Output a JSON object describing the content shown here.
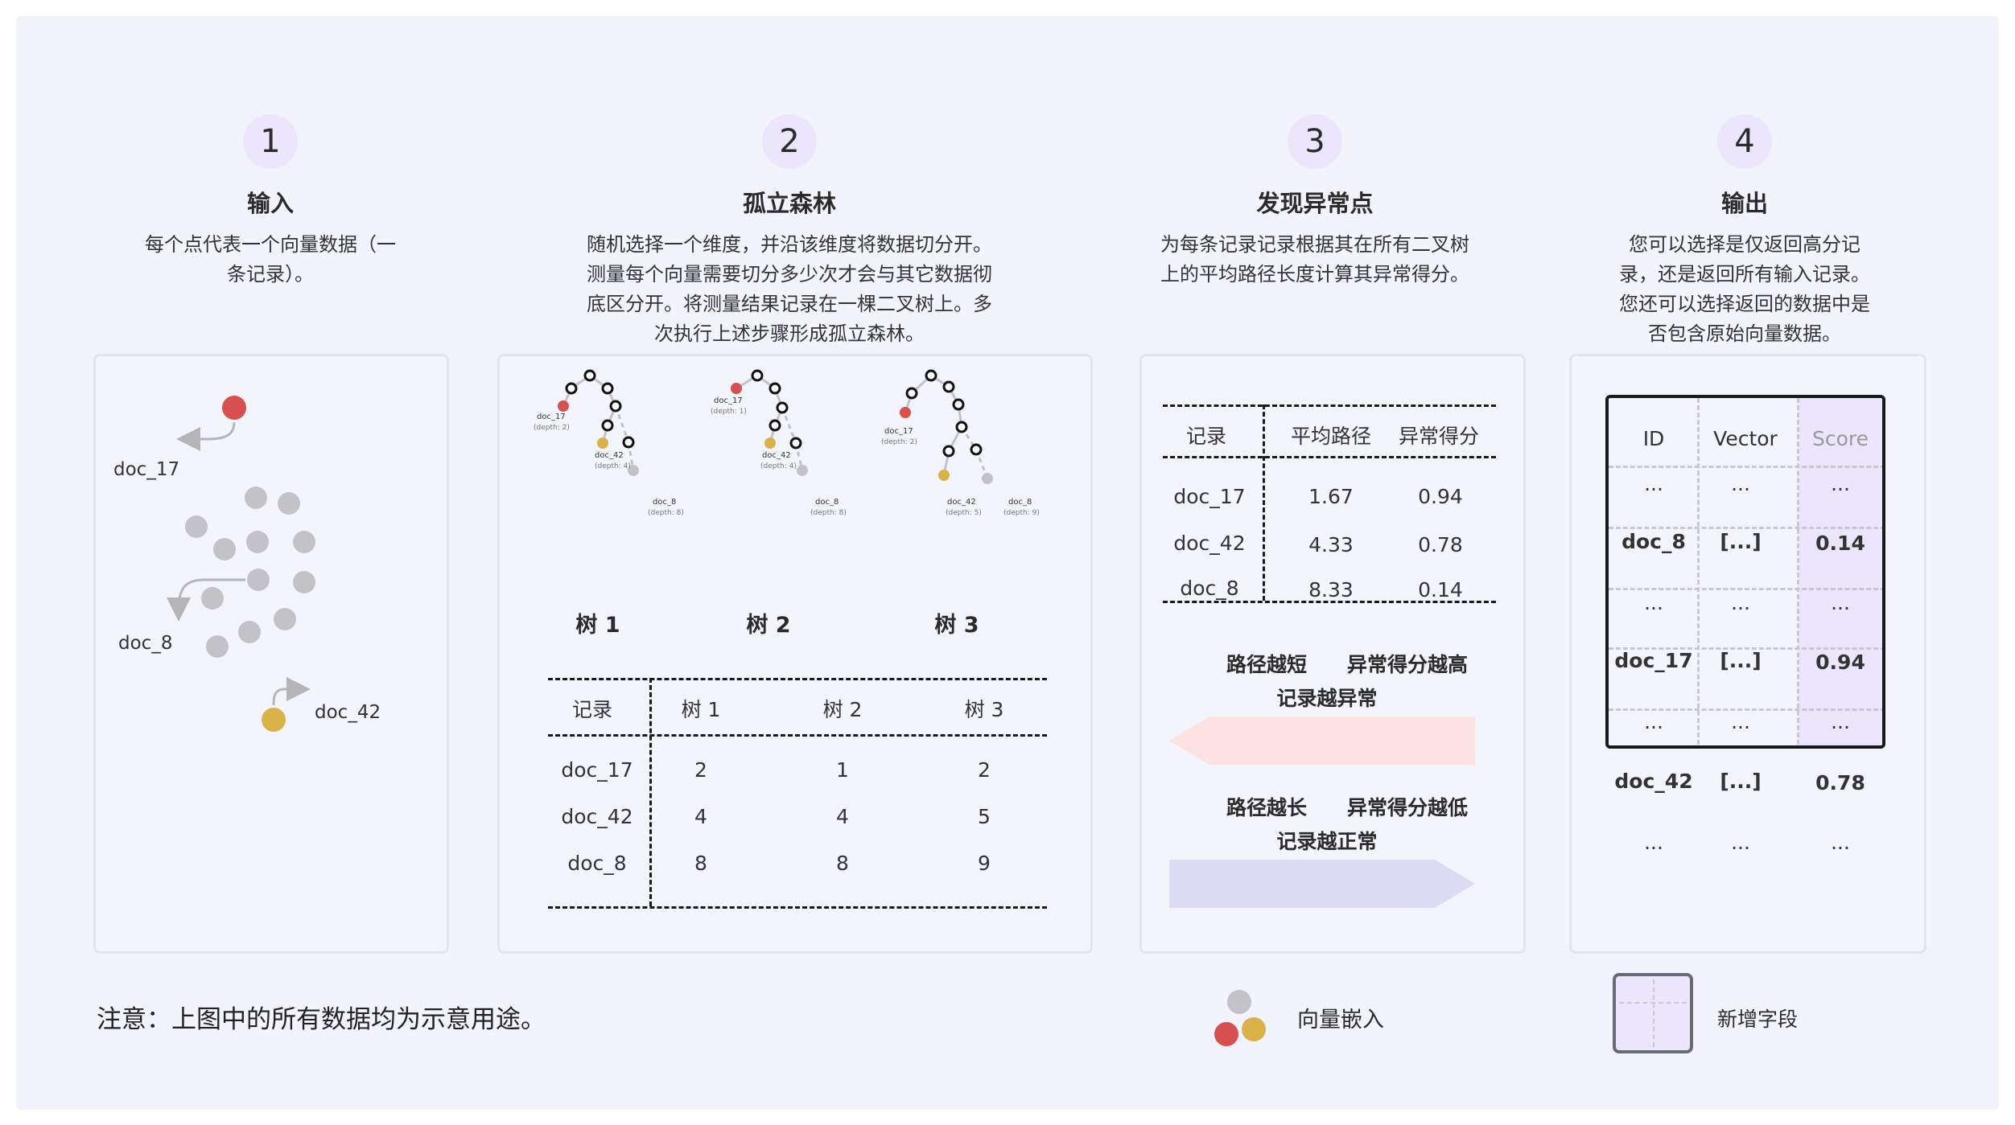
{
  "steps": [
    {
      "num": "1",
      "title": "输入",
      "desc": [
        "每个点代表一个向量数据（一",
        "条记录）。"
      ]
    },
    {
      "num": "2",
      "title": "孤立森林",
      "desc": [
        "随机选择一个维度，并沿该维度将数据切分开。",
        "测量每个向量需要切分多少次才会与其它数据彻",
        "底区分开。将测量结果记录在一棵二叉树上。多",
        "次执行上述步骤形成孤立森林。"
      ]
    },
    {
      "num": "3",
      "title": "发现异常点",
      "desc": [
        "为每条记录记录根据其在所有二叉树",
        "上的平均路径长度计算其异常得分。"
      ]
    },
    {
      "num": "4",
      "title": "输出",
      "desc": [
        "您可以选择是仅返回高分记",
        "录，还是返回所有输入记录。",
        "您还可以选择返回的数据中是",
        "否包含原始向量数据。"
      ]
    }
  ],
  "panel1": {
    "labels": {
      "doc17": "doc_17",
      "doc8": "doc_8",
      "doc42": "doc_42"
    }
  },
  "trees": [
    {
      "label": "树 1",
      "doc17": "doc_17",
      "d17": "(depth: 2)",
      "doc42": "doc_42",
      "d42": "(depth: 4)",
      "doc8": "doc_8",
      "d8": "(depth: 8)"
    },
    {
      "label": "树 2",
      "doc17": "doc_17",
      "d17": "(depth: 1)",
      "doc42": "doc_42",
      "d42": "(depth: 4)",
      "doc8": "doc_8",
      "d8": "(depth: 8)"
    },
    {
      "label": "树 3",
      "doc17": "doc_17",
      "d17": "(depth: 2)",
      "doc42": "doc_42",
      "d42": "(depth: 5)",
      "doc8": "doc_8",
      "d8": "(depth: 9)"
    }
  ],
  "depth_table": {
    "headers": [
      "记录",
      "树 1",
      "树 2",
      "树 3"
    ],
    "rows": [
      [
        "doc_17",
        "2",
        "1",
        "2"
      ],
      [
        "doc_42",
        "4",
        "4",
        "5"
      ],
      [
        "doc_8",
        "8",
        "8",
        "9"
      ]
    ]
  },
  "score_table": {
    "headers": [
      "记录",
      "平均路径",
      "异常得分"
    ],
    "rows": [
      [
        "doc_17",
        "1.67",
        "0.94"
      ],
      [
        "doc_42",
        "4.33",
        "0.78"
      ],
      [
        "doc_8",
        "8.33",
        "0.14"
      ]
    ]
  },
  "arrows": {
    "short_path": "路径越短",
    "high_score": "异常得分越高",
    "abnormal": "记录越异常",
    "long_path": "路径越长",
    "low_score": "异常得分越低",
    "normal": "记录越正常"
  },
  "output_table": {
    "headers": [
      "ID",
      "Vector",
      "Score"
    ],
    "rows": [
      [
        "...",
        "...",
        "..."
      ],
      [
        "doc_8",
        "[...]",
        "0.14"
      ],
      [
        "...",
        "...",
        "..."
      ],
      [
        "doc_17",
        "[...]",
        "0.94"
      ],
      [
        "...",
        "...",
        "..."
      ],
      [
        "doc_42",
        "[...]",
        "0.78"
      ],
      [
        "...",
        "...",
        "..."
      ]
    ]
  },
  "note": "注意：上图中的所有数据均为示意用途。",
  "legend": {
    "embedding": "向量嵌入",
    "new_field": "新增字段"
  },
  "colors": {
    "red": "#d65050",
    "gold": "#d9b24a",
    "gray": "#c3c3c7",
    "purple": "#ebe6fb",
    "pink": "#fde2e2",
    "blue": "#dcdcf4"
  }
}
